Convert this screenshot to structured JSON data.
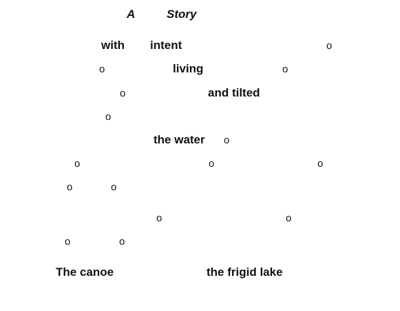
{
  "title": {
    "word1": "A",
    "word2": "Story"
  },
  "words": {
    "with": "with",
    "intent": "intent",
    "living": "living",
    "and_tilted": "and tilted",
    "the_water": "the water",
    "the_canoe": "The canoe",
    "the_frigid_lake": "the frigid lake"
  },
  "circle_mark": "o"
}
